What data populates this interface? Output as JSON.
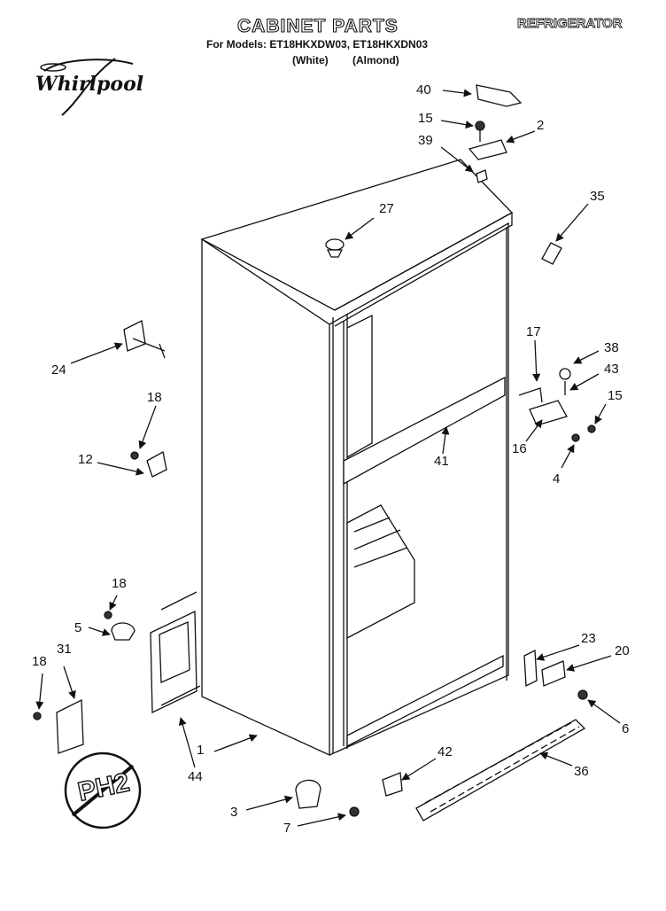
{
  "header": {
    "title": "CABINET PARTS",
    "category": "REFRIGERATOR",
    "models_line": "For Models: ET18HKXDW03, ET18HKXDN03",
    "variant_white": "(White)",
    "variant_almond": "(Almond)"
  },
  "brand": {
    "logo_text": "Whirlpool"
  },
  "badge": {
    "text": "PH2"
  },
  "callouts": [
    "40",
    "15",
    "2",
    "39",
    "27",
    "35",
    "24",
    "18",
    "12",
    "17",
    "38",
    "43",
    "15",
    "16",
    "4",
    "41",
    "18",
    "5",
    "31",
    "18",
    "23",
    "20",
    "6",
    "42",
    "36",
    "1",
    "44",
    "3",
    "7"
  ],
  "colors": {
    "ink": "#111111",
    "paper": "#ffffff",
    "shade": "#555555"
  }
}
